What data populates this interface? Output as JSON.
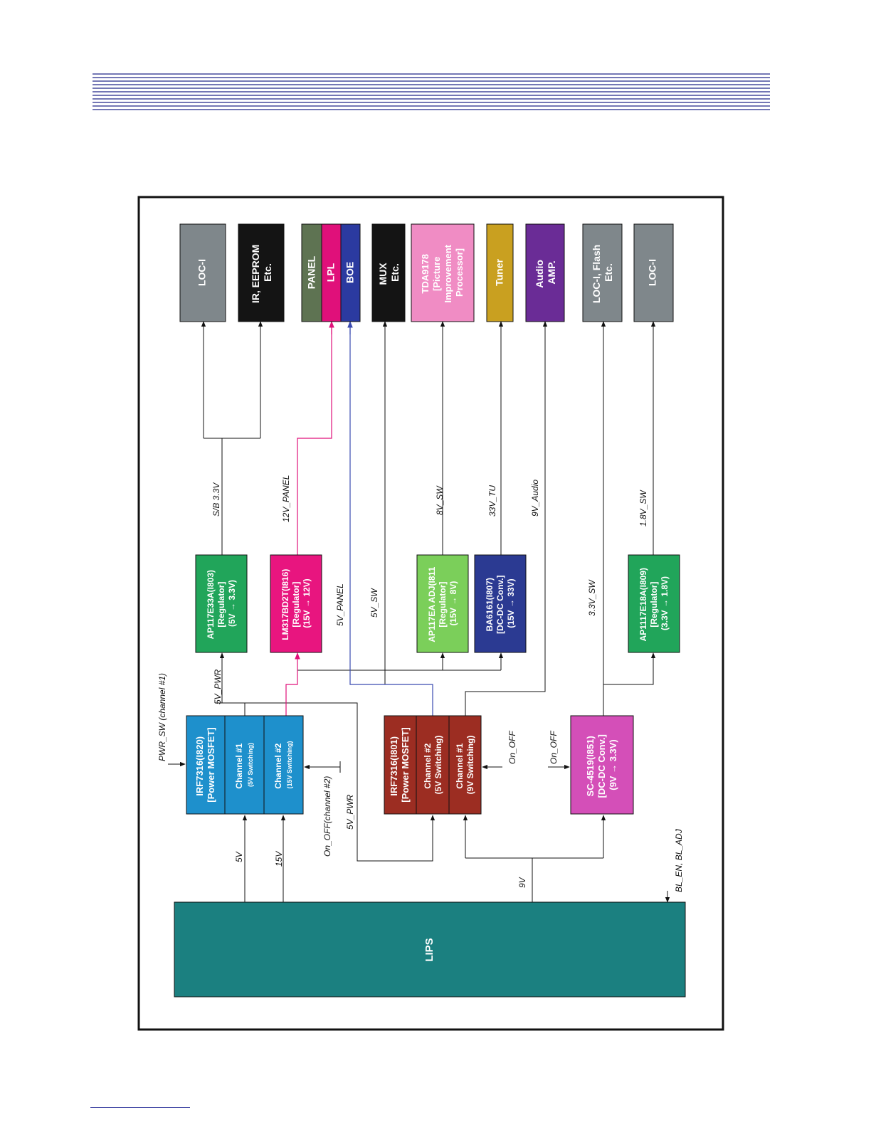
{
  "blocks": {
    "lips": {
      "l1": "LIPS"
    },
    "irf820": {
      "l1": "IRF7316(I820)",
      "l2": "[Power MOSFET]"
    },
    "irf820_ch1": {
      "l1": "Channel #1",
      "l2": "(5V Switching)"
    },
    "irf820_ch2": {
      "l1": "Channel #2",
      "l2": "(15V Switching)"
    },
    "irf801": {
      "l1": "IRF7316(I801)",
      "l2": "[Power MOSFET]"
    },
    "irf801_ch2": {
      "l1": "Channel #2",
      "l2": "(5V Switching)"
    },
    "irf801_ch1": {
      "l1": "Channel #1",
      "l2": "(9V Switching)"
    },
    "sc4519": {
      "l1": "SC-4519(I851)",
      "l2": "[DC-DC Conv.]",
      "l3": "(9V → 3.3V)"
    },
    "ap803": {
      "l1": "AP117E33A(I803)",
      "l2": "[Regulator]",
      "l3": "(5V → 3.3V)"
    },
    "lm816": {
      "l1": "LM317BD2T(I816)",
      "l2": "[Regulator]",
      "l3": "(15V → 12V)"
    },
    "ap811": {
      "l1": "AP117EA ADJ(I811",
      "l2": "[Regulator]",
      "l3": "(15V → 8V)"
    },
    "ba807": {
      "l1": "BA6161(I807)",
      "l2": "[DC-DC Conv.]",
      "l3": "(15V → 33V)"
    },
    "ap809": {
      "l1": "AP1117E18A(I809)",
      "l2": "[Regulator]",
      "l3": "(3.3V → 1.8V)"
    },
    "loc1": {
      "l1": "LOC-I"
    },
    "ir_eeprom": {
      "l1": "IR, EEPROM",
      "l2": "Etc."
    },
    "panel": {
      "l1": "PANEL"
    },
    "lpl": {
      "l1": "LPL"
    },
    "boe": {
      "l1": "BOE"
    },
    "mux": {
      "l1": "MUX",
      "l2": "Etc."
    },
    "tda": {
      "l1": "TDA9178",
      "l2": "[Picture",
      "l3": "Improvement",
      "l4": "Processor]"
    },
    "tuner": {
      "l1": "Tuner"
    },
    "audio": {
      "l1": "Audio",
      "l2": "AMP."
    },
    "loc_flash": {
      "l1": "LOC-I, Flash",
      "l2": "Etc."
    },
    "loc2": {
      "l1": "LOC-I"
    }
  },
  "signals": {
    "s5v": "5V",
    "s15v": "15V",
    "s9v": "9V",
    "pwr_sw": "PWR_SW (channel #1)",
    "on_off_ch2": "On_OFF(channel #2)",
    "v5_pwr_a": "5V_PWR",
    "v5_pwr_b": "5V_PWR",
    "on_off_a": "On_OFF",
    "on_off_b": "On_OFF",
    "bl": "BL_EN, BL_ADJ",
    "sb33": "S/B 3.3V",
    "v12_panel": "12V_PANEL",
    "v5_panel": "5V_PANEL",
    "v5_sw": "5V_SW",
    "v8_sw": "8V_SW",
    "v33_tu": "33V_TU",
    "v9_audio": "9V_Audio",
    "v33_sw": "3.3V_SW",
    "v18_sw": "1.8V_SW"
  },
  "colors": {
    "lips": "#1b8080",
    "mosfet_a": "#1e90cc",
    "mosfet_b": "#9c2d22",
    "sc4519": "#d44fb8",
    "reg_green": "#21a55a",
    "reg_magenta": "#e8157f",
    "reg_lightgreen": "#7bcf5a",
    "reg_navy": "#2b3a92",
    "gray": "#7f878b",
    "black": "#141414",
    "panel": "#5e7352",
    "lpl": "#e0107a",
    "boe": "#2b3aa0",
    "tda": "#f08cc4",
    "tuner": "#c9a020",
    "audio": "#6a2c96",
    "line_magenta": "#e0107a",
    "line_blue": "#3a4ab0"
  }
}
